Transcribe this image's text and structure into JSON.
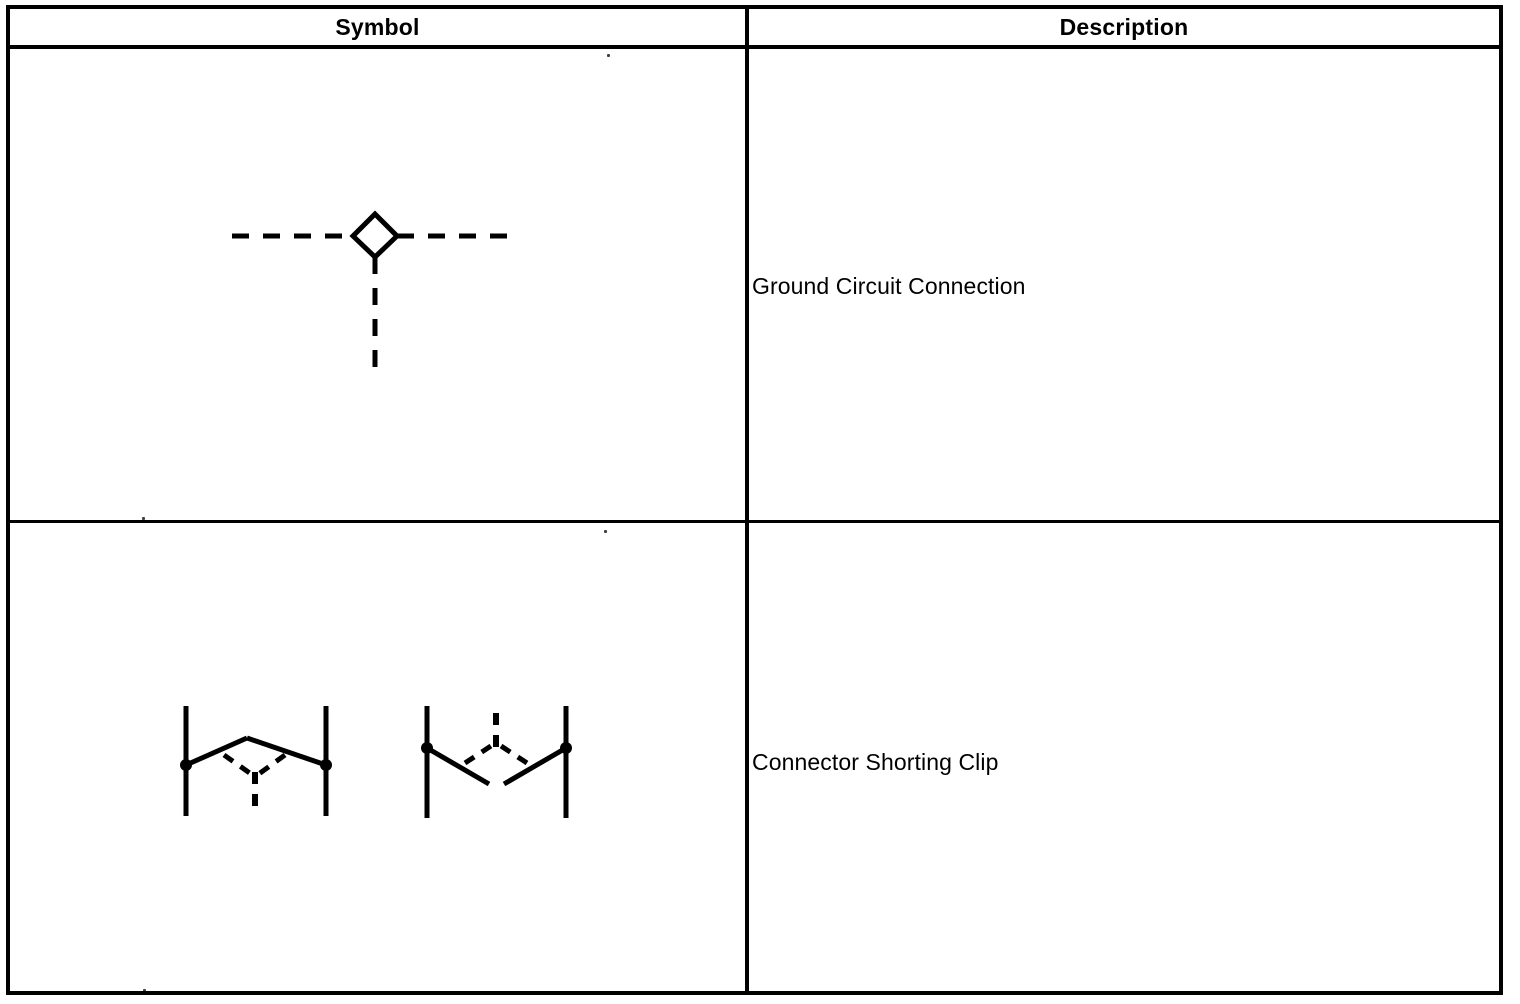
{
  "table": {
    "headers": [
      {
        "id": "symbol",
        "label": "Symbol"
      },
      {
        "id": "description",
        "label": "Description"
      }
    ],
    "rows": [
      {
        "symbol_name": "ground-circuit-connection-symbol",
        "symbol_description": "Dashed horizontal line passing through a small open diamond, with a dashed vertical line dropping from the bottom of the diamond",
        "description": "Ground Circuit Connection"
      },
      {
        "symbol_name": "connector-shorting-clip-symbol",
        "symbol_description": "Two pairs of vertical terminal bars; left pair joined by solid lines rising to a peak with a dashed inverted-V and dashed line below; right pair joined by solid lines falling to a trough with a dashed V and dashed line above",
        "description": "Connector Shorting Clip"
      }
    ]
  },
  "style": {
    "ink_color": "#000000",
    "page_background": "#ffffff",
    "border_color": "#000000"
  }
}
